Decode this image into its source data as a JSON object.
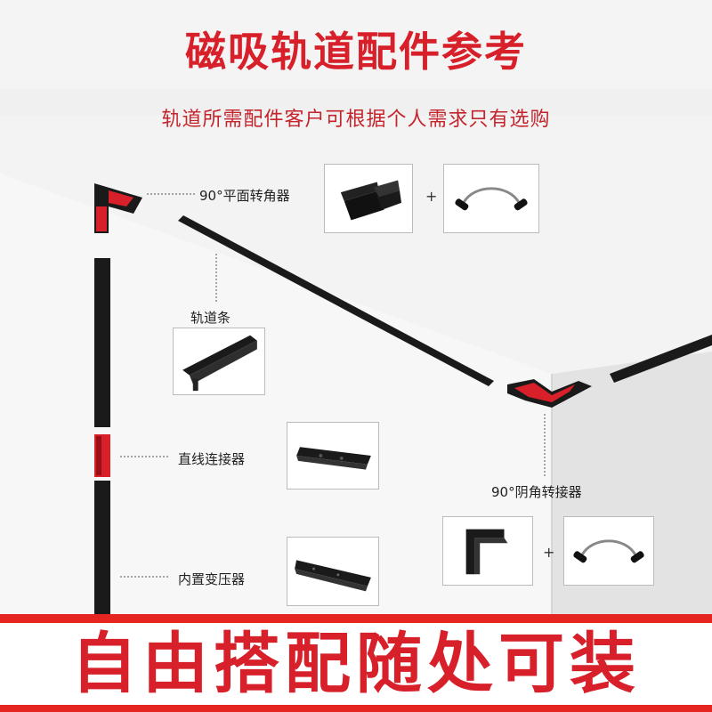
{
  "header": {
    "title": "磁吸轨道配件参考",
    "subtitle": "轨道所需配件客户可根据个人需求只有选购"
  },
  "parts": {
    "corner_90_flat": "90°平面转角器",
    "track_bar": "轨道条",
    "straight_connector": "直线连接器",
    "built_in_transformer": "内置变压器",
    "corner_90_inner": "90°阴角转接器",
    "plus_sign": "+"
  },
  "banner": {
    "text": "自由搭配随处可装"
  },
  "colors": {
    "accent_red": "#d8202a",
    "track_black": "#1a1a1a",
    "wall_light": "#f2f2f2"
  }
}
